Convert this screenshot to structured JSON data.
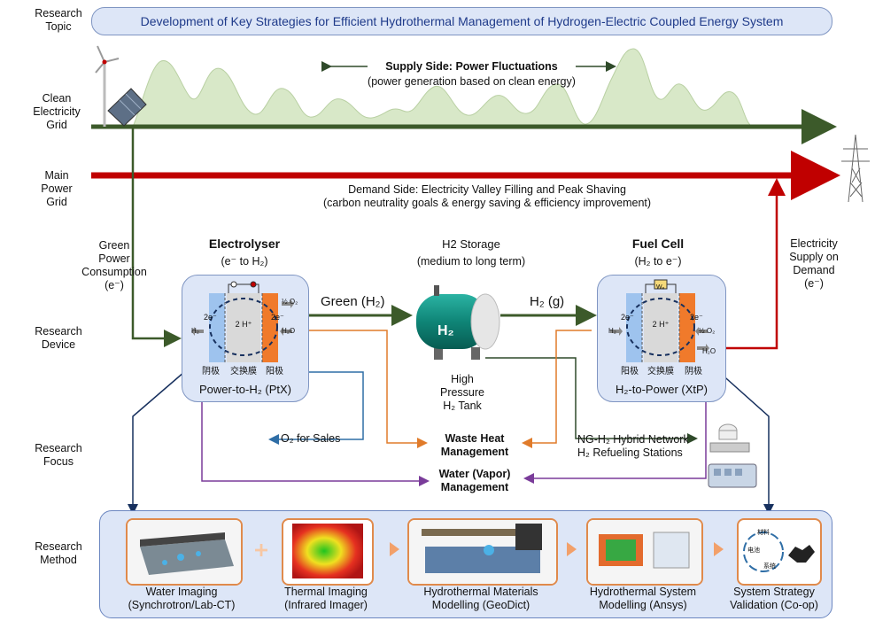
{
  "topic": {
    "label": "Research\nTopic",
    "title": "Development of Key Strategies for Efficient Hydrothermal Management of Hydrogen-Electric Coupled Energy System"
  },
  "rows": {
    "clean_grid": "Clean\nElectricity\nGrid",
    "main_grid": "Main\nPower\nGrid",
    "device": "Research\nDevice",
    "focus": "Research\nFocus",
    "method": "Research\nMethod"
  },
  "supply": {
    "title": "Supply Side: Power Fluctuations",
    "sub": "(power generation based on clean energy)"
  },
  "demand": {
    "title": "Demand Side: Electricity Valley Filling and Peak Shaving",
    "sub": "(carbon neutrality goals & energy saving & efficiency improvement)"
  },
  "green_power": "Green\nPower\nConsumption\n(e⁻)",
  "electricity_supply": "Electricity\nSupply on\nDemand\n(e⁻)",
  "electrolyser": {
    "title": "Electrolyser",
    "sub": "(e⁻ to H₂)",
    "caption": "Power-to-H₂ (PtX)",
    "left_e": "2e⁻",
    "right_e": "2e⁻",
    "center": "2 H⁺",
    "o2_out": "½ O₂",
    "h2_out": "H₂",
    "h2o_in": "H₂O",
    "cathode": "阴极",
    "membrane": "交换膜",
    "anode": "阳极"
  },
  "storage": {
    "title": "H2 Storage",
    "sub": "(medium to long term)",
    "tank_label": "High\nPressure\nH₂ Tank",
    "tank_text": "H₂"
  },
  "fuel_cell": {
    "title": "Fuel Cell",
    "sub": "(H₂ to e⁻)",
    "caption": "H₂-to-Power (XtP)",
    "left_e": "2e⁻",
    "right_e": "2e⁻",
    "center": "2 H⁺",
    "h2_in": "H₂",
    "o2_in": "½ O₂",
    "h2o_out": "H₂O",
    "load": "Wₑ",
    "anode": "阳极",
    "membrane": "交换膜",
    "cathode": "阴极"
  },
  "flows": {
    "green_h2": "Green (H₂)",
    "h2_gas": "H₂ (g)"
  },
  "focus": {
    "o2_sales": "O₂ for Sales",
    "waste_heat": "Waste Heat\nManagement",
    "water": "Water (Vapor)\nManagement",
    "network": "NG-H₂ Hybrid Network\nH₂ Refueling Stations"
  },
  "methods": [
    {
      "caption": "Water Imaging\n(Synchrotron/Lab-CT)"
    },
    {
      "caption": "Thermal Imaging\n(Infrared Imager)"
    },
    {
      "caption": "Hydrothermal Materials\nModelling (GeoDict)"
    },
    {
      "caption": "Hydrothermal System\nModelling (Ansys)"
    },
    {
      "caption": "System Strategy\nValidation (Co-op)",
      "icon_labels": [
        "材料",
        "电池",
        "系统"
      ]
    }
  ],
  "colors": {
    "green_line": "#3c5a2a",
    "red_line": "#c00000",
    "orange_line": "#e07b2a",
    "blue_line": "#2f6ea6",
    "purple_line": "#7a3c9a",
    "navy_line": "#17305e",
    "panel_fill": "#dde6f7",
    "area_fill": "#d8e8c8"
  }
}
